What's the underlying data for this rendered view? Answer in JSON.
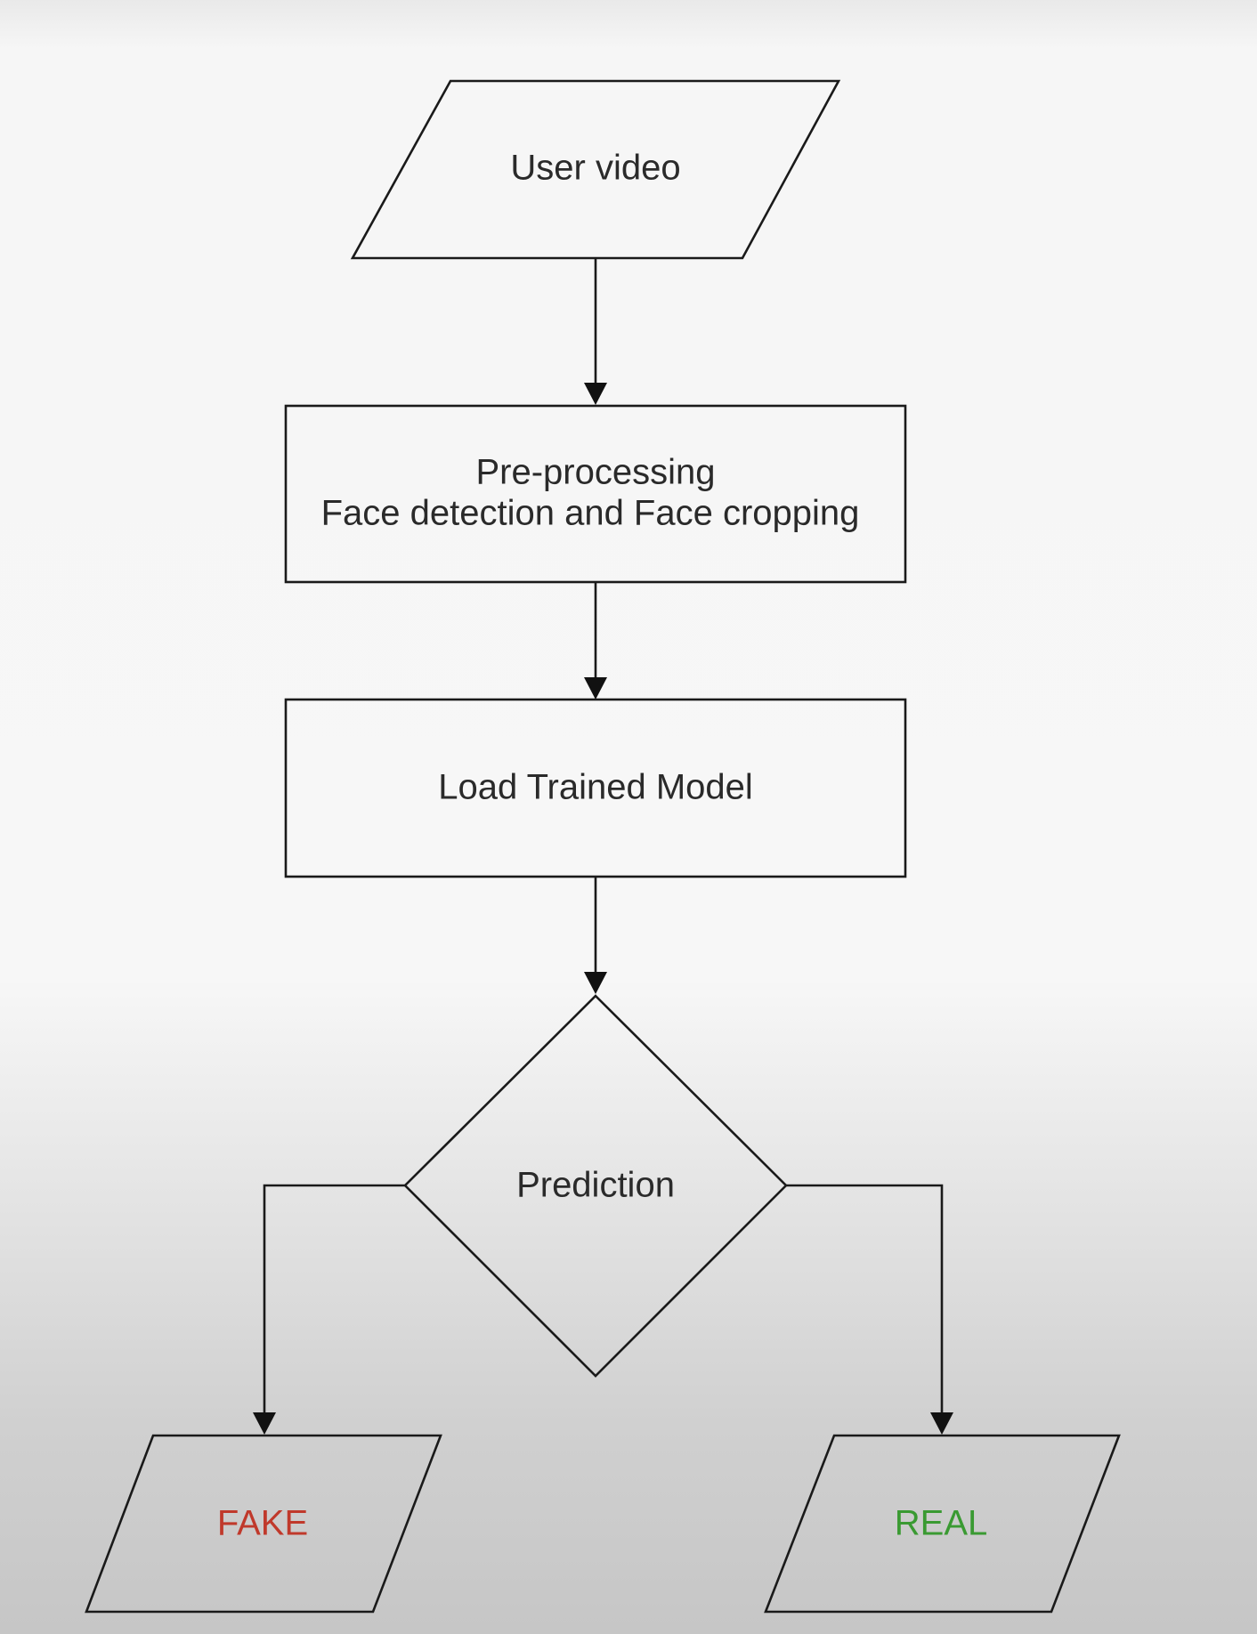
{
  "flowchart": {
    "nodes": {
      "input": {
        "label": "User video",
        "shape": "parallelogram"
      },
      "preprocess": {
        "line1": "Pre-processing",
        "line2": "Face detection and Face cropping",
        "shape": "rectangle"
      },
      "model": {
        "label": "Load Trained Model",
        "shape": "rectangle"
      },
      "decision": {
        "label": "Prediction",
        "shape": "diamond"
      },
      "fake": {
        "label": "FAKE",
        "shape": "parallelogram",
        "color": "#c0392b"
      },
      "real": {
        "label": "REAL",
        "shape": "parallelogram",
        "color": "#3a9a32"
      }
    },
    "edges": [
      {
        "from": "input",
        "to": "preprocess"
      },
      {
        "from": "preprocess",
        "to": "model"
      },
      {
        "from": "model",
        "to": "decision"
      },
      {
        "from": "decision",
        "to": "fake"
      },
      {
        "from": "decision",
        "to": "real"
      }
    ]
  }
}
